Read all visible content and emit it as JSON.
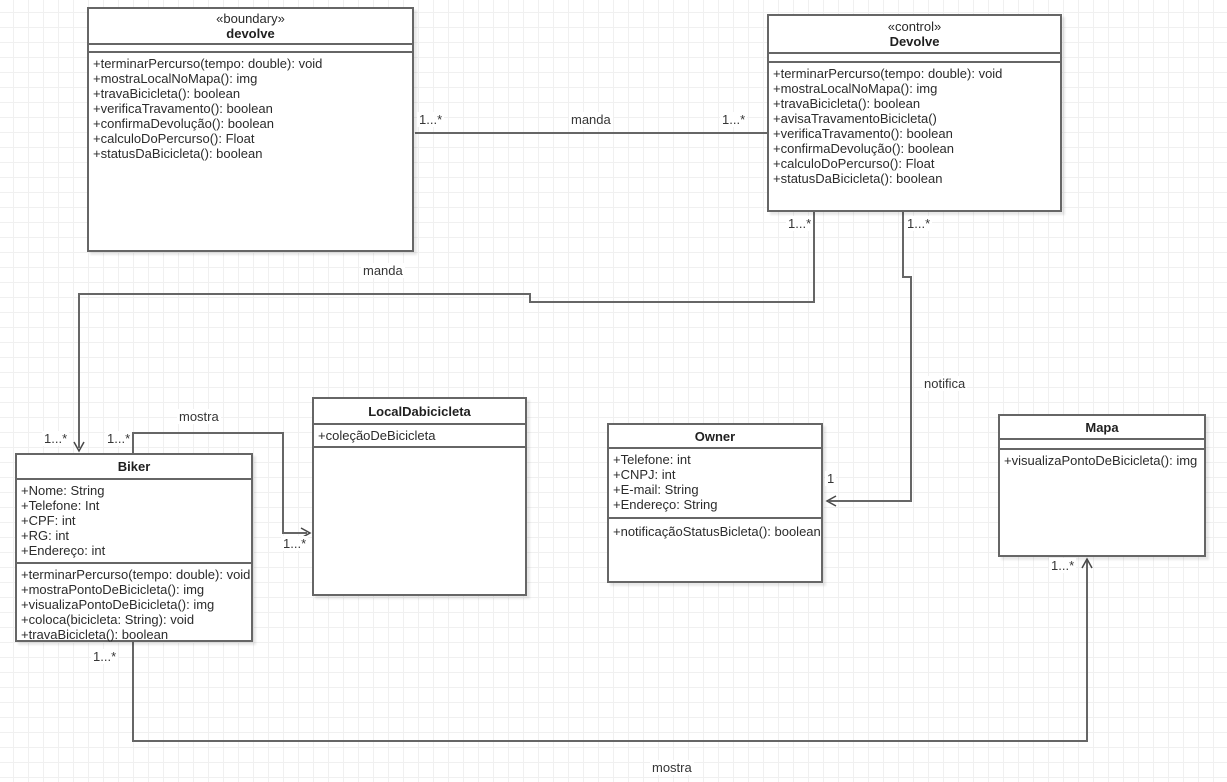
{
  "diagram": {
    "classes": {
      "boundary_devolve": {
        "stereotype": "«boundary»",
        "name": "devolve",
        "methods": [
          "+terminarPercurso(tempo: double): void",
          "+mostraLocalNoMapa(): img",
          "+travaBicicleta(): boolean",
          "+verificaTravamento(): boolean",
          "+confirmaDevolução(): boolean",
          "+calculoDoPercurso(): Float",
          "+statusDaBicicleta(): boolean"
        ]
      },
      "control_devolve": {
        "stereotype": "«control»",
        "name": "Devolve",
        "methods": [
          "+terminarPercurso(tempo: double): void",
          "+mostraLocalNoMapa(): img",
          "+travaBicicleta(): boolean",
          "+avisaTravamentoBicicleta()",
          "+verificaTravamento(): boolean",
          "+confirmaDevolução(): boolean",
          "+calculoDoPercurso(): Float",
          "+statusDaBicicleta(): boolean"
        ]
      },
      "local_dabicicleta": {
        "name": "LocalDabicicleta",
        "attributes": [
          "+coleçãoDeBicicleta"
        ]
      },
      "owner": {
        "name": "Owner",
        "attributes": [
          "+Telefone: int",
          "+CNPJ: int",
          "+E-mail: String",
          "+Endereço: String"
        ],
        "methods": [
          "+notificaçãoStatusBicleta(): boolean"
        ]
      },
      "mapa": {
        "name": "Mapa",
        "methods": [
          "+visualizaPontoDeBicicleta(): img"
        ]
      },
      "biker": {
        "name": "Biker",
        "attributes": [
          "+Nome: String",
          "+Telefone: Int",
          "+CPF: int",
          "+RG: int",
          "+Endereço: int"
        ],
        "methods": [
          "+terminarPercurso(tempo: double): void",
          "+mostraPontoDeBicicleta(): img",
          "+visualizaPontoDeBicicleta(): img",
          "+coloca(bicicleta: String): void",
          "+travaBicicleta(): boolean"
        ]
      }
    },
    "edges": {
      "manda_top": {
        "label": "manda",
        "mult_source": "1...*",
        "mult_target": "1...*"
      },
      "manda_devolve_biker": {
        "label": "manda",
        "mult_source": "1...*",
        "mult_target": "1...*"
      },
      "mostra_biker_local": {
        "label": "mostra",
        "mult_source": "1...*",
        "mult_target": "1...*"
      },
      "notifica_devolve_owner": {
        "label": "notifica",
        "mult_source": "1...*",
        "mult_target": "1"
      },
      "mostra_biker_mapa": {
        "label": "mostra",
        "mult_source": "1...*",
        "mult_target": "1...*"
      }
    }
  }
}
